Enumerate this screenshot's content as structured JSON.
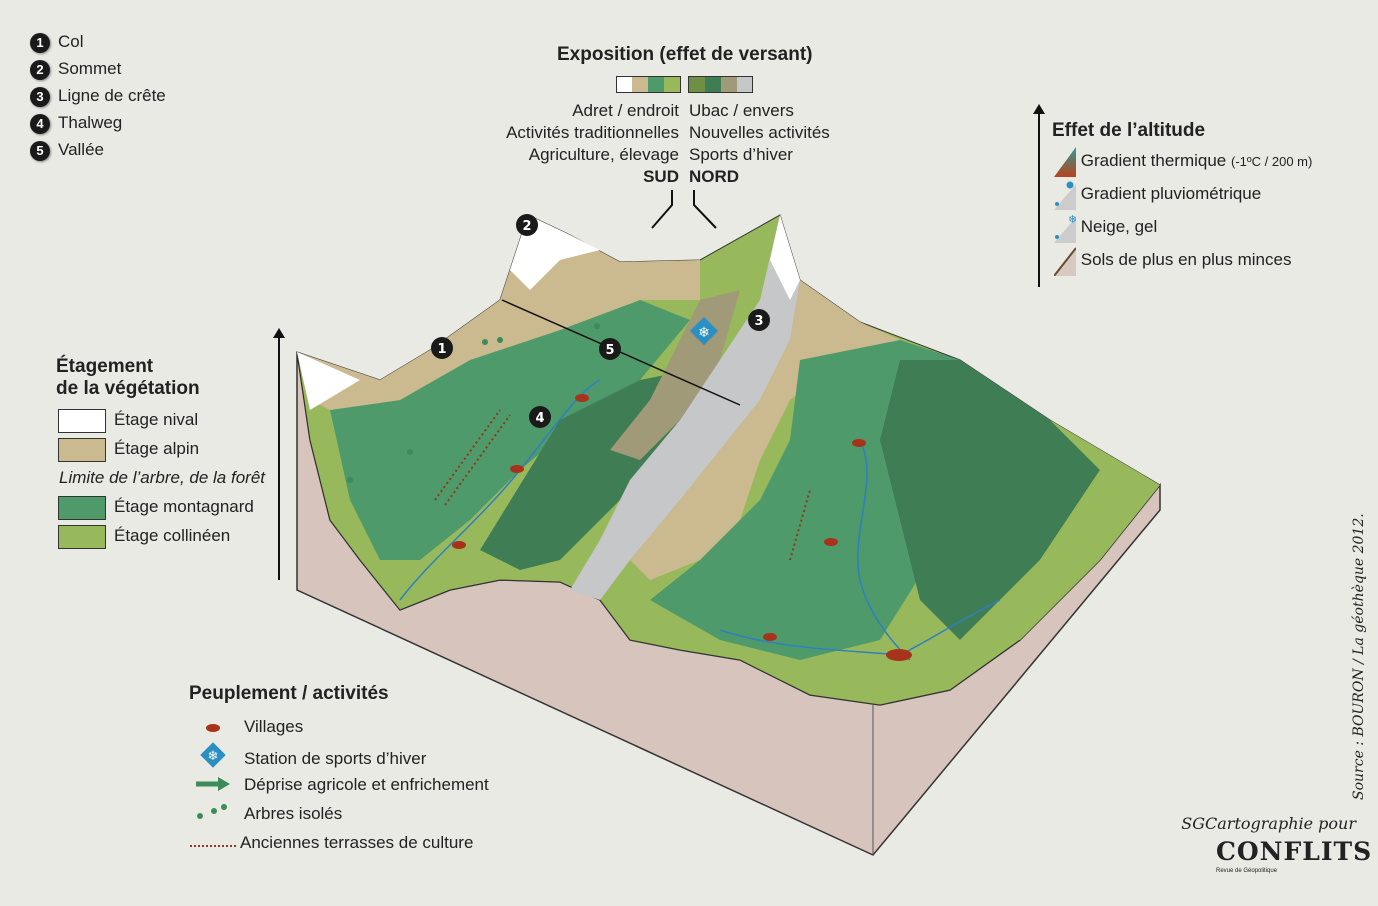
{
  "landmarks": [
    {
      "num": "1",
      "label": "Col"
    },
    {
      "num": "2",
      "label": "Sommet"
    },
    {
      "num": "3",
      "label": "Ligne de crête"
    },
    {
      "num": "4",
      "label": "Thalweg"
    },
    {
      "num": "5",
      "label": "Vallée"
    }
  ],
  "exposition": {
    "title": "Exposition (effet de versant)",
    "south_colors": [
      "#ffffff",
      "#cbb98f",
      "#4f9a6a",
      "#97b95c"
    ],
    "north_colors": [
      "#6f8f45",
      "#3f7d55",
      "#a19a78",
      "#c6c7c9"
    ],
    "left": [
      "Adret / endroit",
      "Activités traditionnelles",
      "Agriculture, élevage",
      "SUD"
    ],
    "right": [
      "Ubac / envers",
      "Nouvelles activités",
      "Sports d’hiver",
      "NORD"
    ]
  },
  "altitude": {
    "title": "Effet de l’altitude",
    "items": [
      {
        "icon": "thermal-gradient-icon",
        "label": "Gradient thermique",
        "note": "(-1ºC / 200 m)"
      },
      {
        "icon": "rain-gradient-icon",
        "label": "Gradient pluviométrique"
      },
      {
        "icon": "snow-icon",
        "label": "Neige, gel"
      },
      {
        "icon": "thin-soil-icon",
        "label": "Sols de plus en plus minces"
      }
    ]
  },
  "vegetation": {
    "title_1": "Étagement",
    "title_2": "de la végétation",
    "items": [
      {
        "label": "Étage nival",
        "color": "#ffffff"
      },
      {
        "label": "Étage alpin",
        "color": "#cbb98f"
      }
    ],
    "tree_line": "Limite de l’arbre, de la forêt",
    "items_low": [
      {
        "label": "Étage montagnard",
        "color": "#4f9a6a"
      },
      {
        "label": "Étage collinéen",
        "color": "#97b95c"
      }
    ]
  },
  "settlement": {
    "title": "Peuplement / activités",
    "items": [
      {
        "icon": "village-icon",
        "label": "Villages"
      },
      {
        "icon": "ski-station-icon",
        "label": "Station de sports d’hiver"
      },
      {
        "icon": "green-arrow-icon",
        "label": "Déprise agricole et enfrichement"
      },
      {
        "icon": "isolated-trees-icon",
        "label": "Arbres isolés"
      },
      {
        "icon": "terraces-icon",
        "label": "Anciennes terrasses de culture"
      }
    ]
  },
  "source": "Source : BOURON / La géothèque 2012.",
  "credit": "SGCartographie pour",
  "logo": "CONFLITS",
  "logo_sub": "Revue de Géopolitique"
}
